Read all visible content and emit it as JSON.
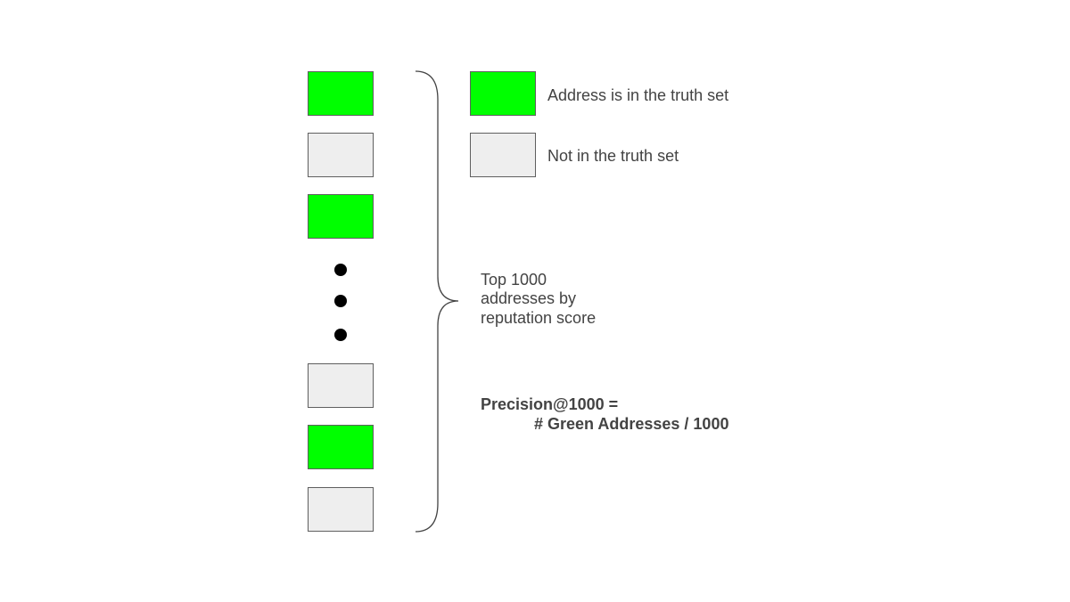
{
  "ranked_list": {
    "items": [
      "in_truth_set",
      "not_in_truth_set",
      "in_truth_set",
      "ellipsis",
      "not_in_truth_set",
      "in_truth_set",
      "not_in_truth_set"
    ]
  },
  "legend": {
    "in_truth_set": "Address is in the truth set",
    "not_in_truth_set": "Not in the truth set"
  },
  "brace_label": {
    "line1": "Top 1000",
    "line2": "addresses by",
    "line3": "reputation score"
  },
  "formula": {
    "line1": "Precision@1000 =",
    "line2": "# Green Addresses / 1000"
  },
  "colors": {
    "in_truth_set": "#00ff00",
    "not_in_truth_set": "#eeeeee",
    "text": "#434343"
  }
}
